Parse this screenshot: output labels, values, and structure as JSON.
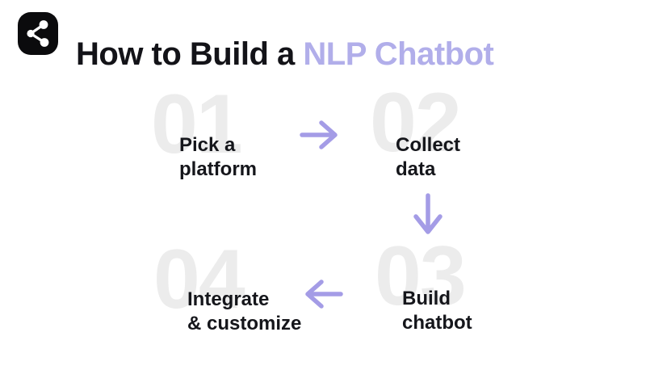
{
  "header": {
    "icon": "share-network-icon",
    "title_main": "How to Build a ",
    "title_accent": "NLP Chatbot"
  },
  "steps": [
    {
      "number": "01",
      "label_line1": "Pick a",
      "label_line2": "platform"
    },
    {
      "number": "02",
      "label_line1": "Collect",
      "label_line2": "data"
    },
    {
      "number": "03",
      "label_line1": "Build",
      "label_line2": "chatbot"
    },
    {
      "number": "04",
      "label_line1": "Integrate",
      "label_line2": "& customize"
    }
  ],
  "arrows": [
    {
      "direction": "right",
      "from": "01",
      "to": "02"
    },
    {
      "direction": "down",
      "from": "02",
      "to": "03"
    },
    {
      "direction": "left",
      "from": "03",
      "to": "04"
    }
  ],
  "colors": {
    "background": "#ffffff",
    "title_text": "#131318",
    "title_accent": "#b1aeea",
    "arrow": "#a49ce6",
    "step_number": "#ececec",
    "step_label": "#15161b",
    "icon_background": "#0b0b0d",
    "icon_glyph": "#ffffff"
  }
}
